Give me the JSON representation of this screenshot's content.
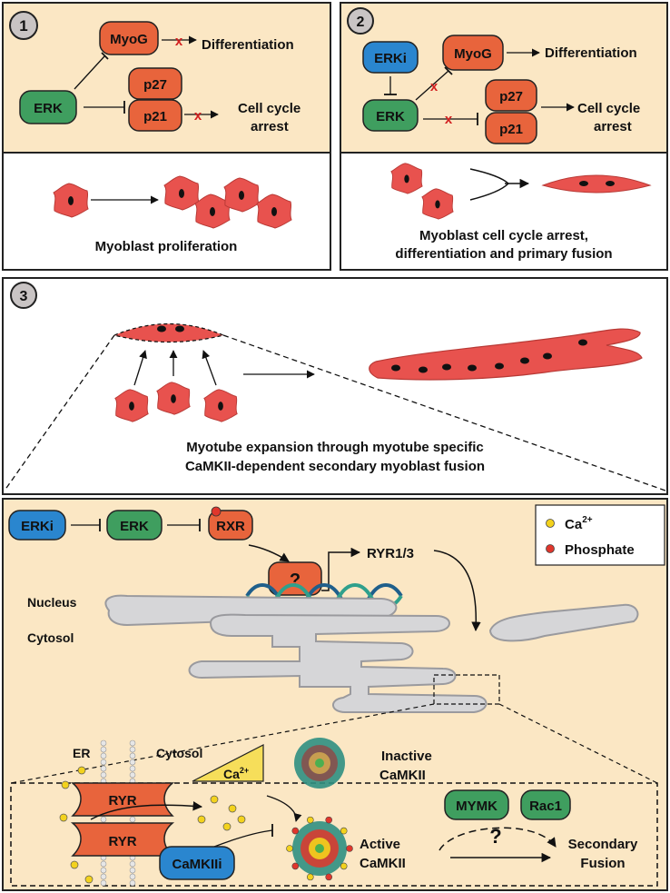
{
  "colors": {
    "panel_bg": "#fbe7c4",
    "border": "#222222",
    "cell": "#e8524e",
    "nucleus": "#111111",
    "erk": "#3f9e5f",
    "erki": "#2a86cf",
    "red_node": "#e8643c",
    "er": "#d6d6d8",
    "er_stroke": "#9a9a9e",
    "calcium": "#f3d21d",
    "phosphate": "#e0362c",
    "inhibit_x": "#d22020",
    "dna_a": "#1f5f8b",
    "dna_b": "#2fa08c"
  },
  "panel1": {
    "number": "1",
    "myog": "MyoG",
    "erk": "ERK",
    "p27": "p27",
    "p21": "p21",
    "differentiation": "Differentiation",
    "cell_cycle_1": "Cell cycle",
    "cell_cycle_2": "arrest",
    "caption": "Myoblast proliferation"
  },
  "panel2": {
    "number": "2",
    "erki": "ERKi",
    "myog": "MyoG",
    "erk": "ERK",
    "p27": "p27",
    "p21": "p21",
    "differentiation": "Differentiation",
    "cell_cycle_1": "Cell cycle",
    "cell_cycle_2": "arrest",
    "caption_1": "Myoblast cell cycle arrest,",
    "caption_2": "differentiation and primary fusion"
  },
  "panel3": {
    "number": "3",
    "caption_1": "Myotube expansion through myotube specific",
    "caption_2": "CaMKII-dependent secondary myoblast fusion"
  },
  "panel4": {
    "erki": "ERKi",
    "erk": "ERK",
    "rxr": "RXR",
    "unknown": "?",
    "ryr13": "RYR1/3",
    "nucleus": "Nucleus",
    "cytosol": "Cytosol",
    "legend": {
      "ca_base": "Ca",
      "ca_sup": "2+",
      "phosphate": "Phosphate"
    },
    "inset": {
      "er": "ER",
      "cytosol": "Cytosol",
      "ryr_top": "RYR",
      "ryr_bottom": "RYR",
      "ca_base": "Ca",
      "ca_sup": "2+",
      "inactive_1": "Inactive",
      "inactive_2": "CaMKII",
      "active_1": "Active",
      "active_2": "CaMKII",
      "camkii_inhibitor": "CaMKIIi",
      "mymk": "MYMK",
      "rac1": "Rac1",
      "unknown": "?",
      "secondary_1": "Secondary",
      "secondary_2": "Fusion"
    }
  }
}
